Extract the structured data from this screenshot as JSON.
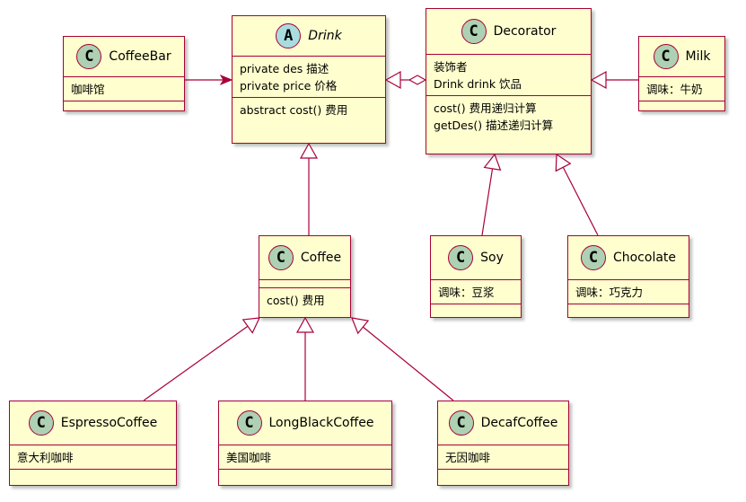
{
  "diagram": {
    "classes": [
      {
        "id": "CoffeeBar",
        "kind": "C",
        "name": "CoffeeBar",
        "abstract": false,
        "sections": [
          [
            "咖啡馆"
          ],
          []
        ]
      },
      {
        "id": "Drink",
        "kind": "A",
        "name": "Drink",
        "abstract": true,
        "sections": [
          [
            "private des 描述",
            "private price 价格"
          ],
          [
            "abstract cost() 费用"
          ]
        ]
      },
      {
        "id": "Decorator",
        "kind": "C",
        "name": "Decorator",
        "abstract": false,
        "sections": [
          [
            "装饰者",
            "Drink drink 饮品"
          ],
          [
            "cost() 费用递归计算",
            "getDes() 描述递归计算"
          ]
        ]
      },
      {
        "id": "Milk",
        "kind": "C",
        "name": "Milk",
        "abstract": false,
        "sections": [
          [
            "调味：牛奶"
          ],
          []
        ]
      },
      {
        "id": "Coffee",
        "kind": "C",
        "name": "Coffee",
        "abstract": false,
        "sections": [
          [],
          [
            "cost() 费用"
          ]
        ]
      },
      {
        "id": "Soy",
        "kind": "C",
        "name": "Soy",
        "abstract": false,
        "sections": [
          [
            "调味：豆浆"
          ],
          []
        ]
      },
      {
        "id": "Chocolate",
        "kind": "C",
        "name": "Chocolate",
        "abstract": false,
        "sections": [
          [
            "调味：巧克力"
          ],
          []
        ]
      },
      {
        "id": "EspressoCoffee",
        "kind": "C",
        "name": "EspressoCoffee",
        "abstract": false,
        "sections": [
          [
            "意大利咖啡"
          ],
          []
        ]
      },
      {
        "id": "LongBlackCoffee",
        "kind": "C",
        "name": "LongBlackCoffee",
        "abstract": false,
        "sections": [
          [
            "美国咖啡"
          ],
          []
        ]
      },
      {
        "id": "DecafCoffee",
        "kind": "C",
        "name": "DecafCoffee",
        "abstract": false,
        "sections": [
          [
            "无因咖啡"
          ],
          []
        ]
      }
    ],
    "relations": [
      {
        "from": "CoffeeBar",
        "to": "Drink",
        "type": "association"
      },
      {
        "from": "Decorator",
        "to": "Drink",
        "type": "inheritance"
      },
      {
        "from": "Decorator",
        "to": "Drink",
        "type": "aggregation"
      },
      {
        "from": "Milk",
        "to": "Decorator",
        "type": "inheritance"
      },
      {
        "from": "Coffee",
        "to": "Drink",
        "type": "inheritance"
      },
      {
        "from": "Soy",
        "to": "Decorator",
        "type": "inheritance"
      },
      {
        "from": "Chocolate",
        "to": "Decorator",
        "type": "inheritance"
      },
      {
        "from": "EspressoCoffee",
        "to": "Coffee",
        "type": "inheritance"
      },
      {
        "from": "LongBlackCoffee",
        "to": "Coffee",
        "type": "inheritance"
      },
      {
        "from": "DecafCoffee",
        "to": "Coffee",
        "type": "inheritance"
      }
    ],
    "colors": {
      "border": "#A80036",
      "fill": "#FEFECE",
      "class_badge": "#ADD1B2",
      "abstract_badge": "#A9DCDF"
    }
  }
}
